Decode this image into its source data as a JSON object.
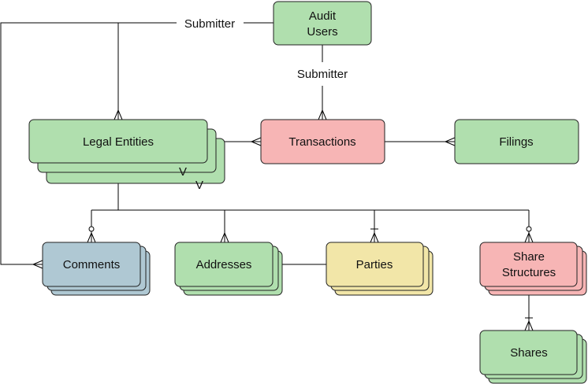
{
  "colors": {
    "green": "#b0dfae",
    "red": "#f7b5b5",
    "blue": "#afc8d3",
    "yellow": "#f2e6a8",
    "stroke": "#222222",
    "line": "#000000"
  },
  "entities": {
    "audit_users": {
      "line1": "Audit",
      "line2": "Users",
      "color": "green",
      "stacked": false
    },
    "legal_entities": {
      "label": "Legal Entities",
      "color": "green",
      "stacked": true,
      "marker1": "V",
      "marker2": "V"
    },
    "transactions": {
      "label": "Transactions",
      "color": "red",
      "stacked": false
    },
    "filings": {
      "label": "Filings",
      "color": "green",
      "stacked": false
    },
    "comments": {
      "label": "Comments",
      "color": "blue",
      "stacked": true
    },
    "addresses": {
      "label": "Addresses",
      "color": "green",
      "stacked": true
    },
    "parties": {
      "label": "Parties",
      "color": "yellow",
      "stacked": true
    },
    "share_structures": {
      "line1": "Share",
      "line2": "Structures",
      "color": "red",
      "stacked": true
    },
    "shares": {
      "label": "Shares",
      "color": "green",
      "stacked": true
    }
  },
  "relationships": {
    "submitter_top": "Submitter",
    "submitter_mid": "Submitter"
  }
}
